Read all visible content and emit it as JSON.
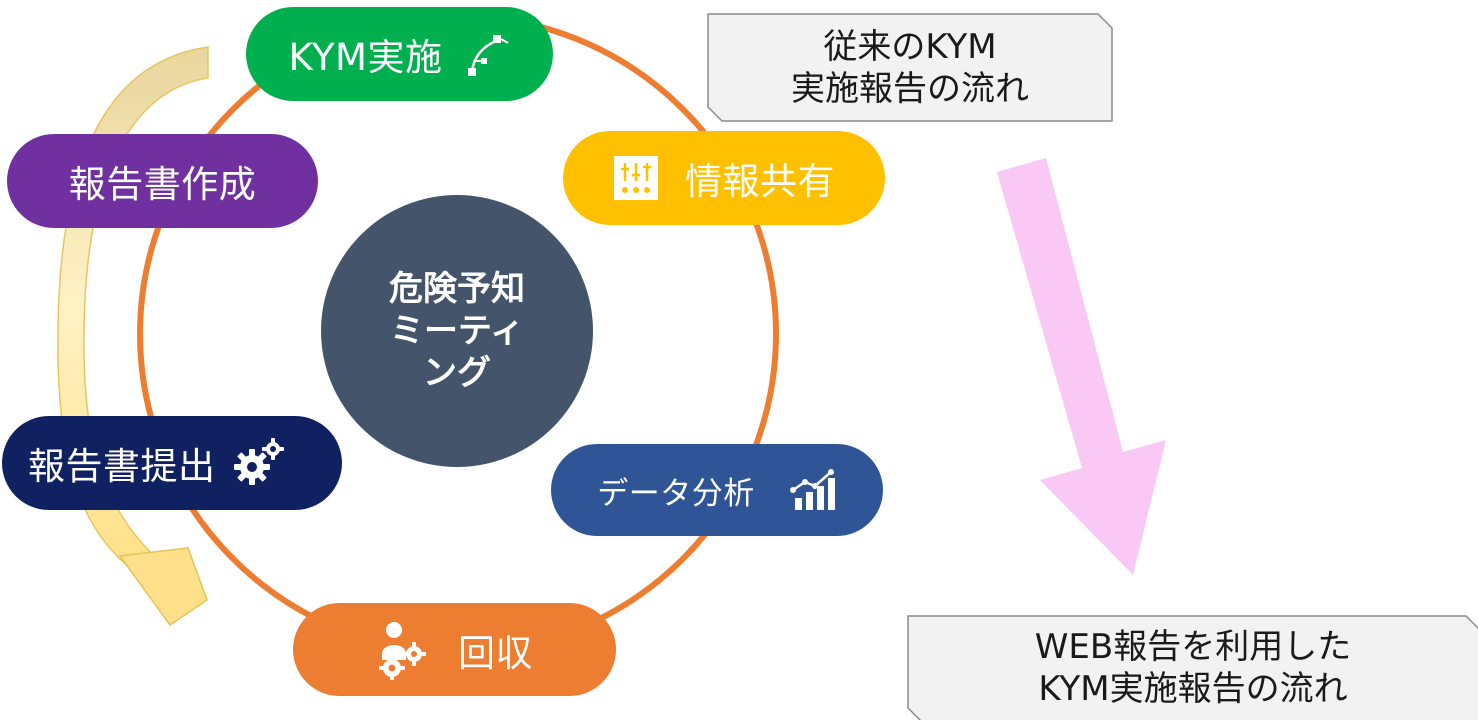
{
  "diagram": {
    "center_label": "危険予知ミーティング",
    "steps": [
      {
        "label": "KYM実施",
        "icon": "pen-tool-icon",
        "color": "#00b04e"
      },
      {
        "label": "情報共有",
        "icon": "sliders-icon",
        "color": "#ffc000"
      },
      {
        "label": "データ分析",
        "icon": "bar-chart-icon",
        "color": "#2f5597"
      },
      {
        "label": "回収",
        "icon": "person-gears-icon",
        "color": "#ed7d31"
      },
      {
        "label": "報告書提出",
        "icon": "gears-icon",
        "color": "#0f2160"
      },
      {
        "label": "報告書作成",
        "icon": "",
        "color": "#7030a0"
      }
    ],
    "ring_color": "#ed7d31",
    "center_color": "#44546a",
    "cycle_arrow_color": "#ffd966"
  },
  "notes": {
    "previous_flow": "従来のKYM\n実施報告の流れ",
    "web_flow": "WEB報告を利用した\nKYM実施報告の流れ"
  },
  "transition_arrow": {
    "color": "#f9c8f5"
  }
}
